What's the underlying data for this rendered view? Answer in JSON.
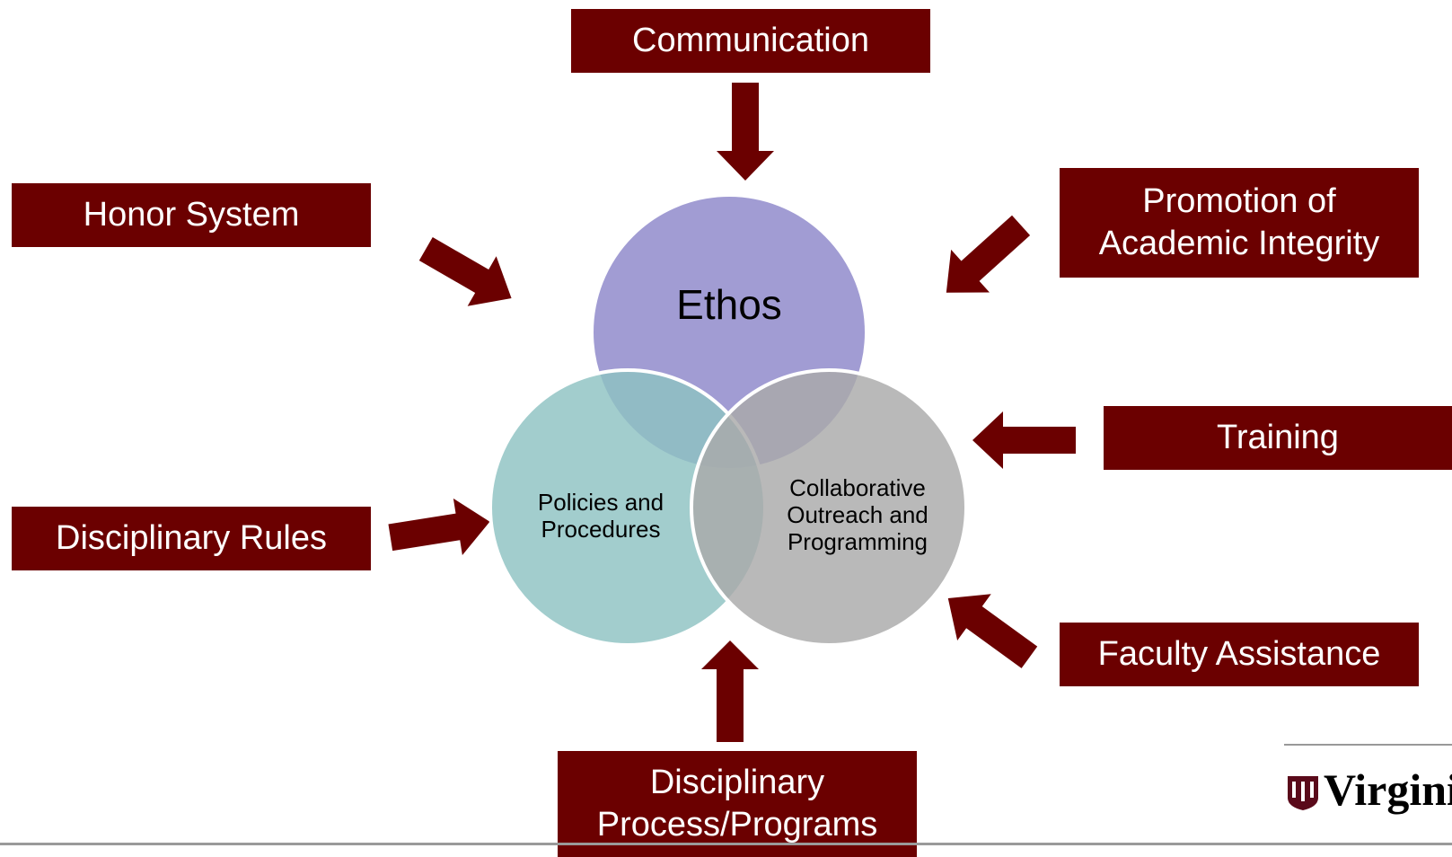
{
  "boxes": {
    "communication": "Communication",
    "honor_system": "Honor System",
    "promotion": "Promotion of\nAcademic Integrity",
    "training": "Training",
    "disciplinary_rules": "Disciplinary Rules",
    "faculty_assistance": "Faculty Assistance",
    "disciplinary_process": "Disciplinary\nProcess/Programs"
  },
  "circles": {
    "ethos": "Ethos",
    "policies": "Policies and\nProcedures",
    "collaborative": "Collaborative\nOutreach and\nProgramming"
  },
  "colors": {
    "box": "#6b0000",
    "arrow": "#6b0000",
    "ethos": "#9c97d1",
    "policies": "#8ec2c2",
    "collaborative": "#a9a9a9"
  },
  "logo": {
    "name": "Virginia",
    "icon": "shield-logo-icon"
  }
}
